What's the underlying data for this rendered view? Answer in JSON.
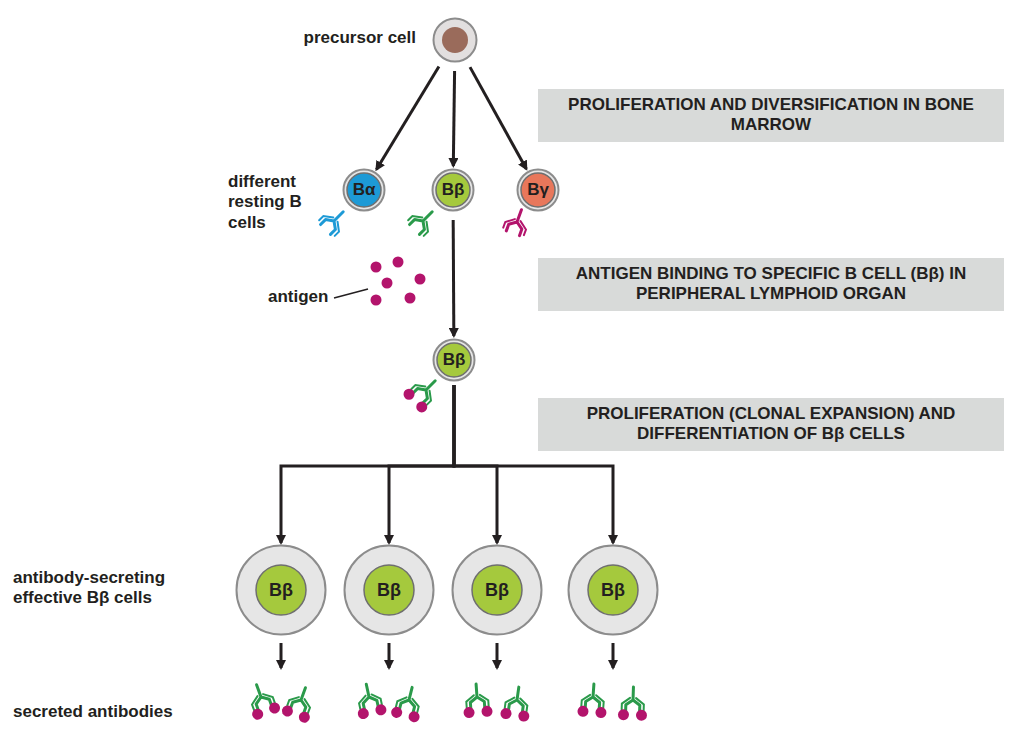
{
  "diagram": {
    "nodes": [
      {
        "text": [
          "precursor cell"
        ]
      },
      {
        "text": [
          "PROLIFERATION AND DIVERSIFICATION IN BONE MARROW"
        ]
      },
      {
        "text": [
          "Bα"
        ]
      },
      {
        "text": [
          "Bβ"
        ]
      },
      {
        "text": [
          "Bγ"
        ]
      },
      {
        "text": [
          "ANTIGEN BINDING TO SPECIFIC B CELL (Bβ) IN PERIPHERAL LYMPHOID ORGAN"
        ]
      },
      {
        "text": [
          "Bβ"
        ]
      },
      {
        "text": [
          "PROLIFERATION (CLONAL EXPANSION) AND DIFFERENTIATION OF Bβ CELLS"
        ]
      },
      {
        "text": [
          "Bβ"
        ]
      },
      {
        "text": [
          "Bβ"
        ]
      },
      {
        "text": [
          "Bβ"
        ]
      },
      {
        "text": [
          "Bβ"
        ]
      }
    ],
    "edges": [
      {
        "from": 0,
        "to": 2,
        "arrow": "to"
      },
      {
        "from": 0,
        "to": 3,
        "arrow": "to"
      },
      {
        "from": 0,
        "to": 4,
        "arrow": "to"
      },
      {
        "from": 3,
        "to": 6,
        "arrow": "to"
      },
      {
        "from": 6,
        "to": 8,
        "arrow": "to"
      },
      {
        "from": 6,
        "to": 9,
        "arrow": "to"
      },
      {
        "from": 6,
        "to": 10,
        "arrow": "to"
      },
      {
        "from": 6,
        "to": 11,
        "arrow": "to"
      }
    ],
    "labels": [
      "different resting B cells",
      "antigen",
      "antibody-secreting effective Bβ cells",
      "secreted antibodies"
    ]
  }
}
